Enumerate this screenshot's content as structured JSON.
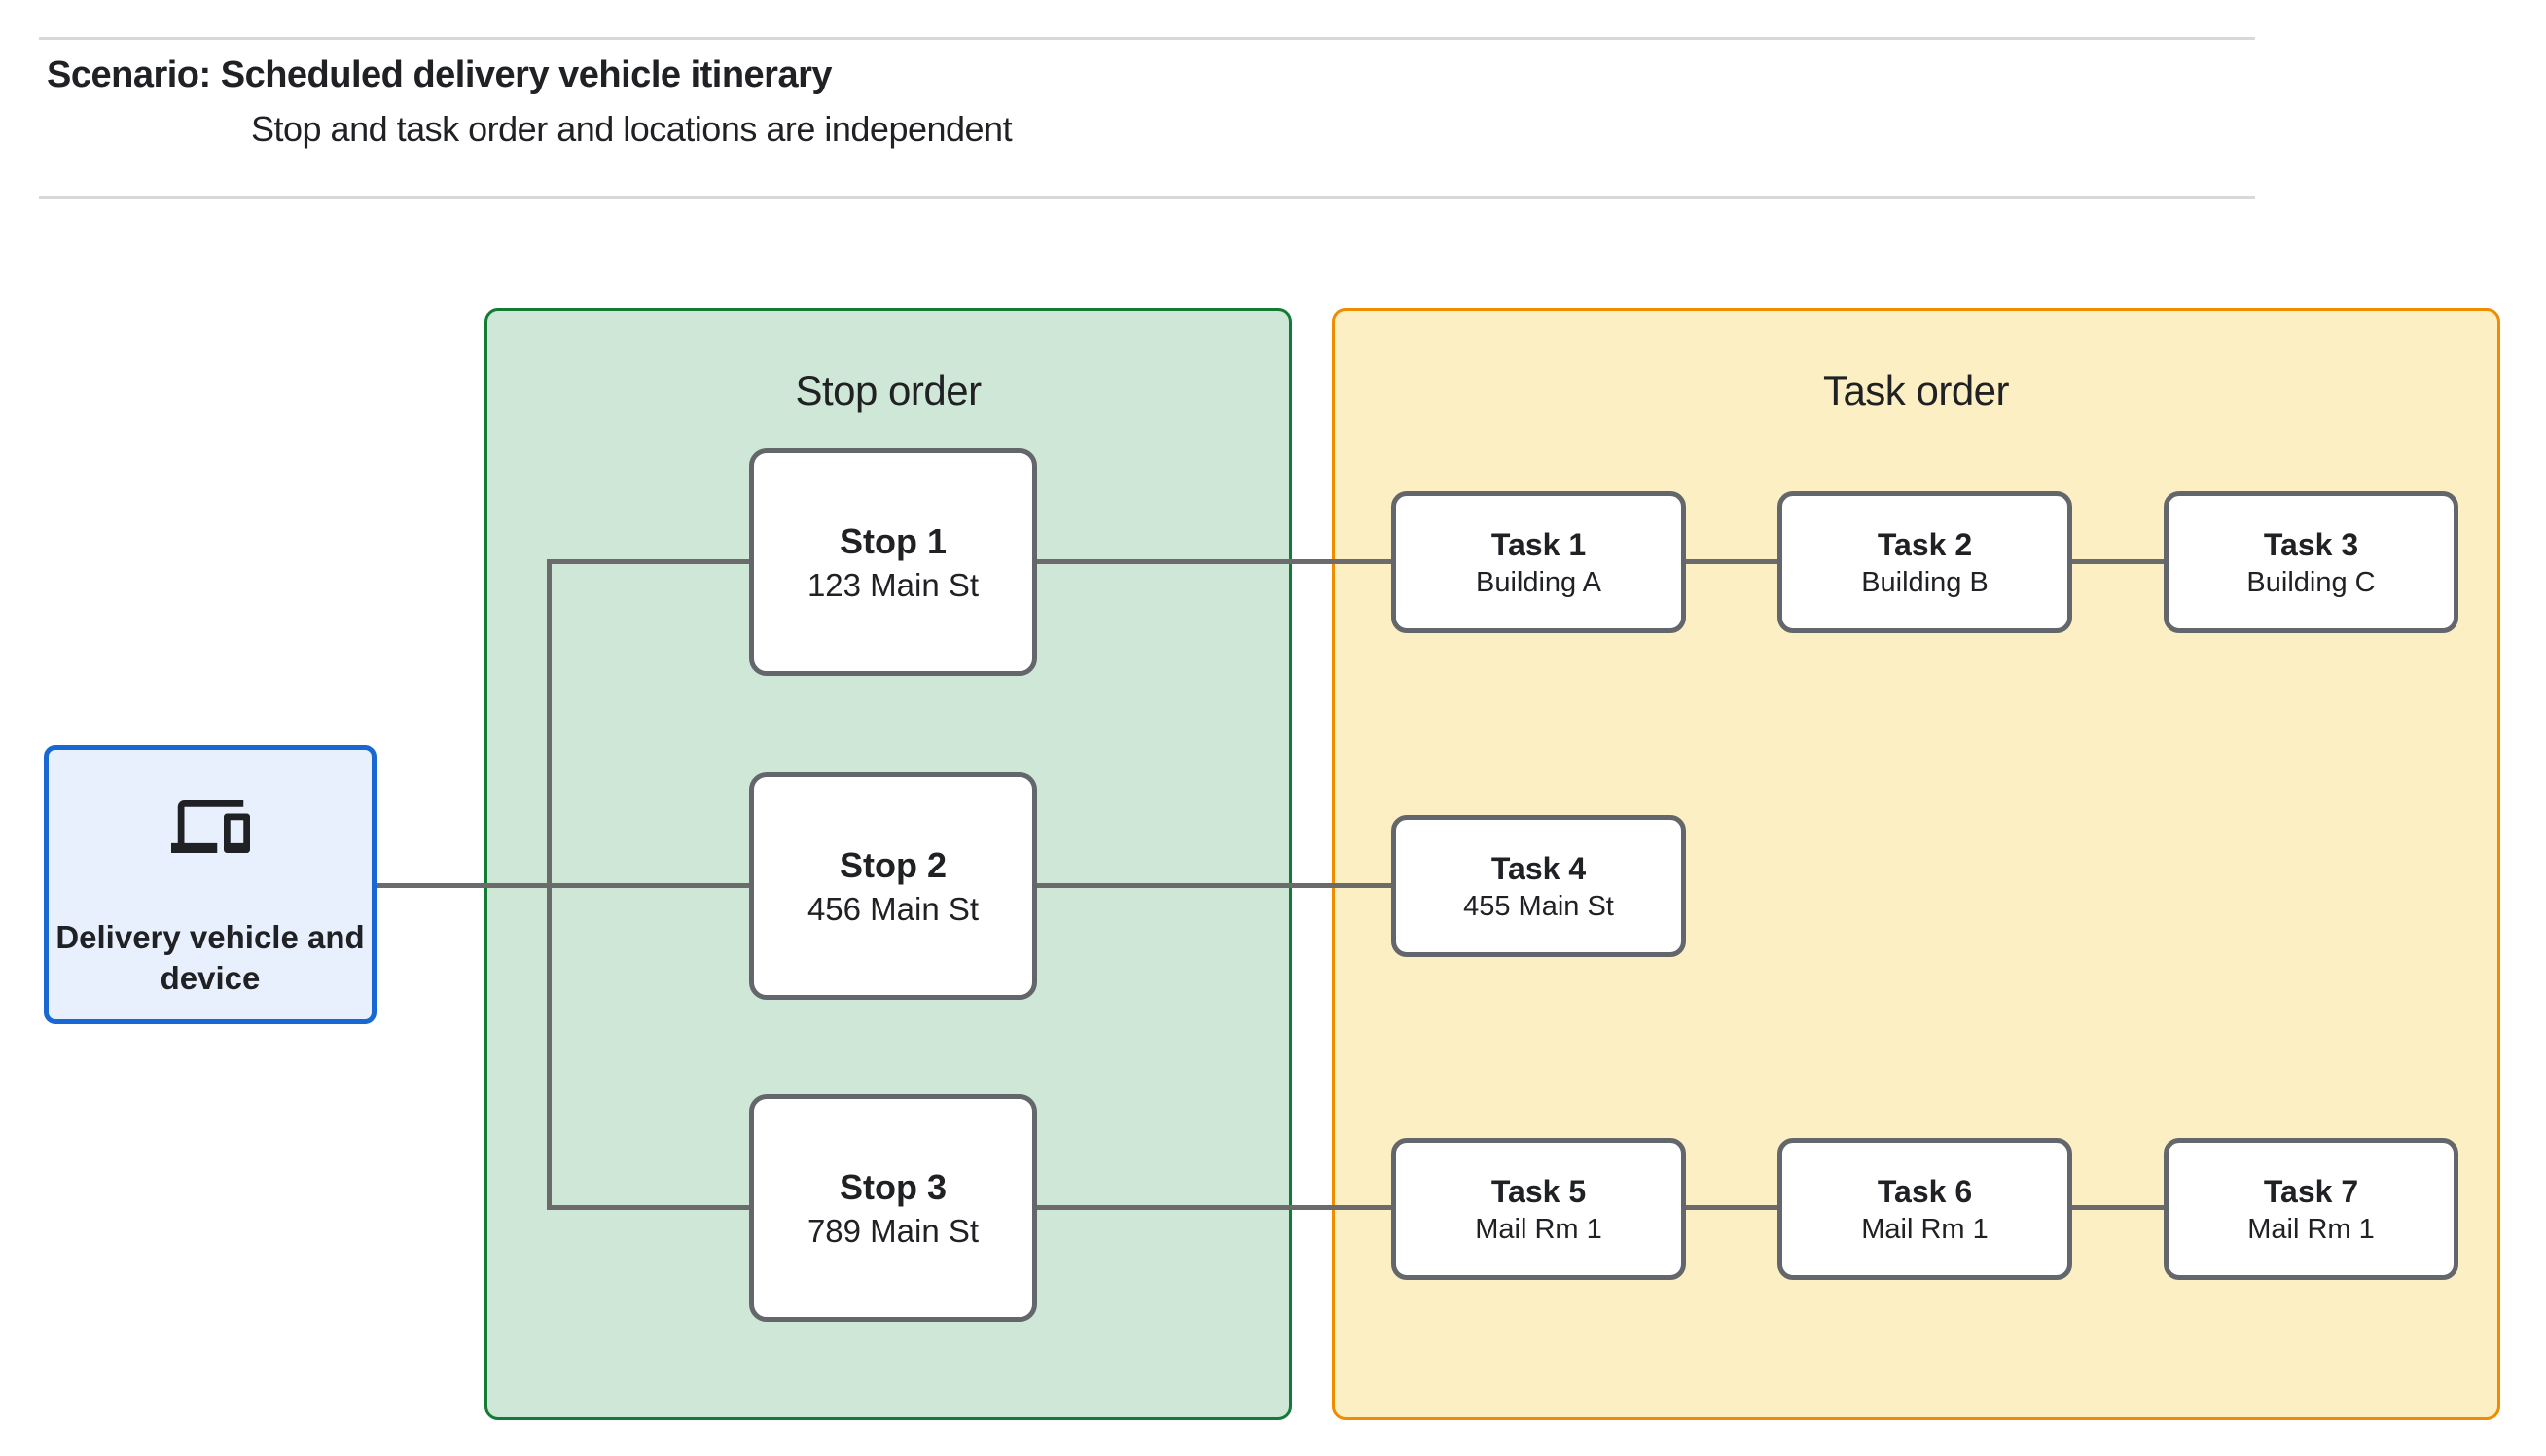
{
  "header": {
    "title": "Scenario: Scheduled delivery vehicle itinerary",
    "subtitle": "Stop and task order and locations are independent"
  },
  "vehicle": {
    "label": "Delivery vehicle and device",
    "icon": "devices-icon"
  },
  "stop_panel": {
    "title": "Stop order",
    "stops": [
      {
        "name": "Stop 1",
        "location": "123 Main St"
      },
      {
        "name": "Stop 2",
        "location": "456 Main St"
      },
      {
        "name": "Stop 3",
        "location": "789 Main St"
      }
    ]
  },
  "task_panel": {
    "title": "Task order",
    "tasks": [
      {
        "name": "Task 1",
        "location": "Building A"
      },
      {
        "name": "Task 2",
        "location": "Building B"
      },
      {
        "name": "Task 3",
        "location": "Building C"
      },
      {
        "name": "Task 4",
        "location": "455 Main St"
      },
      {
        "name": "Task 5",
        "location": "Mail Rm 1"
      },
      {
        "name": "Task 6",
        "location": "Mail Rm 1"
      },
      {
        "name": "Task 7",
        "location": "Mail Rm 1"
      }
    ]
  },
  "colors": {
    "text": "#202124",
    "rule": "#d8d8d8",
    "connector": "#6b6b6b",
    "node_border": "#63676b",
    "vehicle_fill": "#e8f0fe",
    "vehicle_border": "#1967d2",
    "stop_fill": "#cfe7d6",
    "stop_border": "#147b35",
    "task_fill": "#fcefc3",
    "task_border": "#ef8c00"
  }
}
